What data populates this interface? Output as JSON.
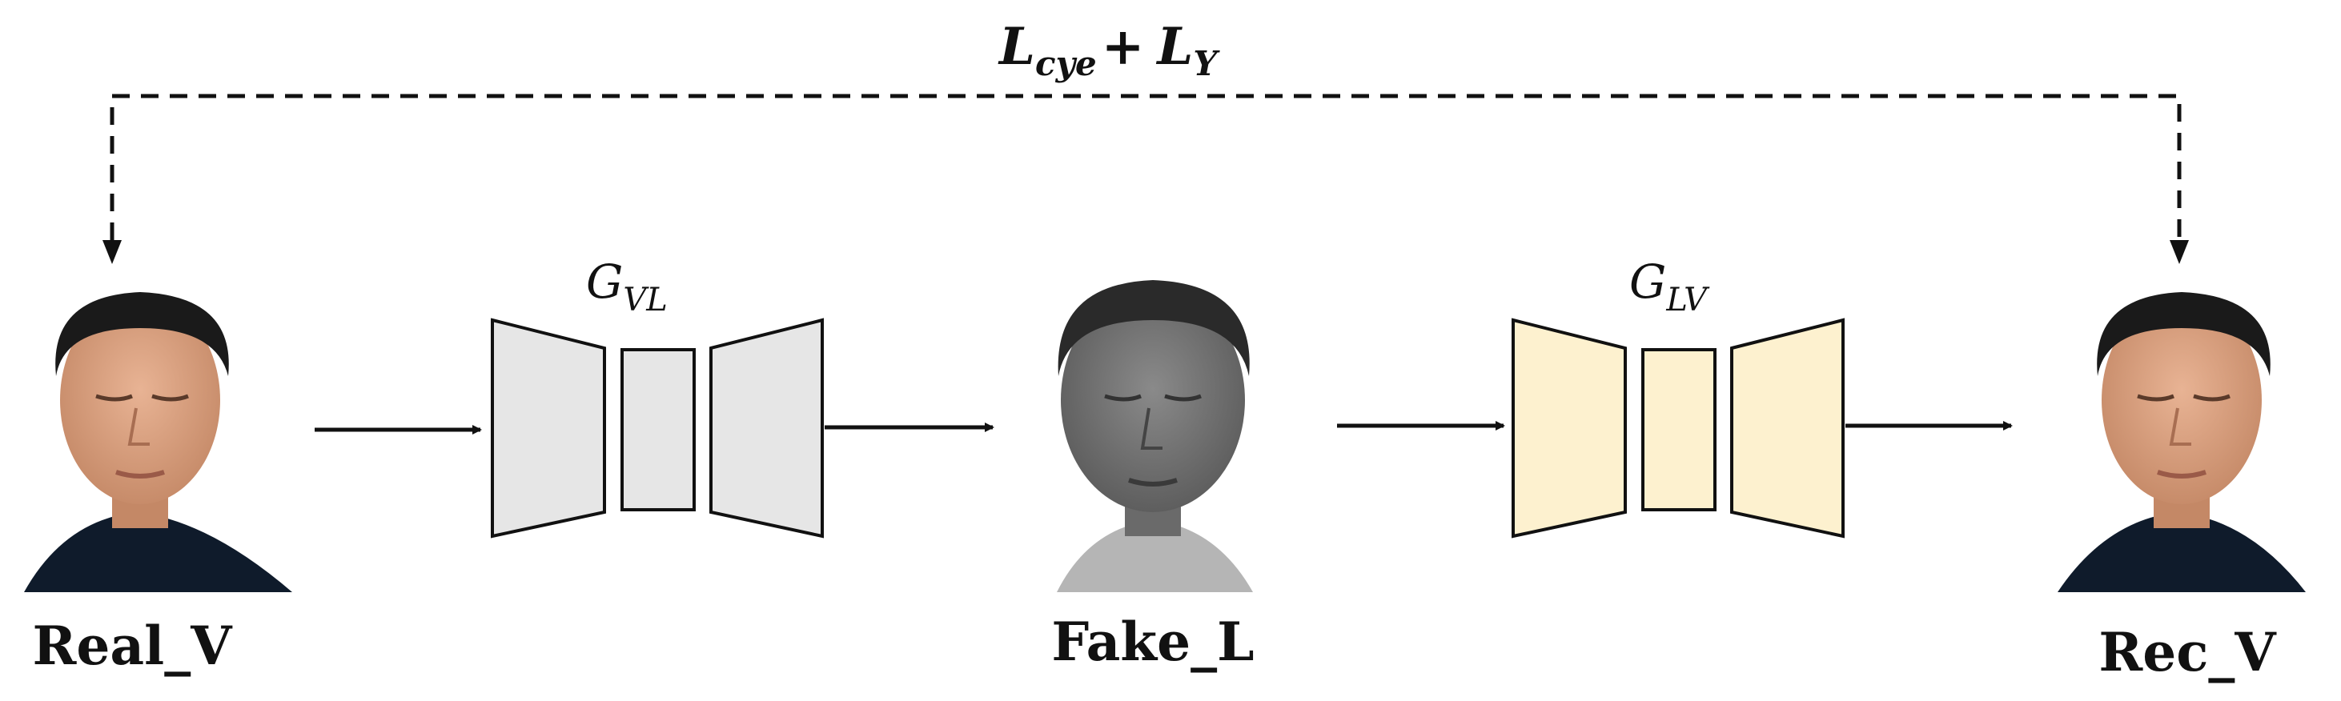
{
  "loss": {
    "main1": "L",
    "sub1": "cye",
    "plus": "+",
    "main2": "L",
    "sub2": "Y"
  },
  "generators": [
    {
      "main": "G",
      "sub": "VL",
      "fill": "#e6e6e6"
    },
    {
      "main": "G",
      "sub": "LV",
      "fill": "#fdf1cf"
    }
  ],
  "images": [
    {
      "label": "Real_V",
      "kind": "color-face"
    },
    {
      "label": "Fake_L",
      "kind": "infrared-face"
    },
    {
      "label": "Rec_V",
      "kind": "color-face"
    }
  ],
  "colors": {
    "stroke": "#111111",
    "skin": "#d9a07e",
    "hair": "#1a1a1a",
    "shirt": "#0f1b2b"
  }
}
